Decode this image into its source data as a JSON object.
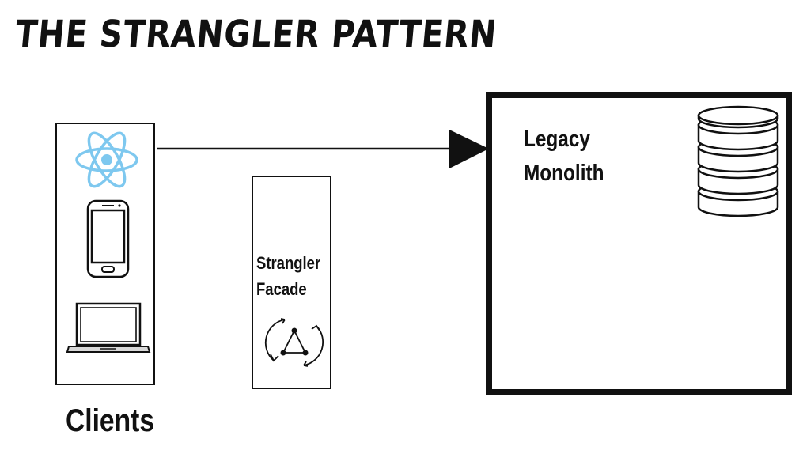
{
  "title": "THE STRANGLER PATTERN",
  "clients": {
    "label": "Clients",
    "icons": [
      "react-icon",
      "smartphone-icon",
      "laptop-icon"
    ]
  },
  "facade": {
    "line1": "Strangler",
    "line2": "Facade",
    "icon": "cycle-triangle-icon"
  },
  "monolith": {
    "line1": "Legacy",
    "line2": "Monolith",
    "icon": "database-icon"
  },
  "colors": {
    "ink": "#111111",
    "react_blue": "#7ec8ef",
    "background": "#ffffff"
  }
}
